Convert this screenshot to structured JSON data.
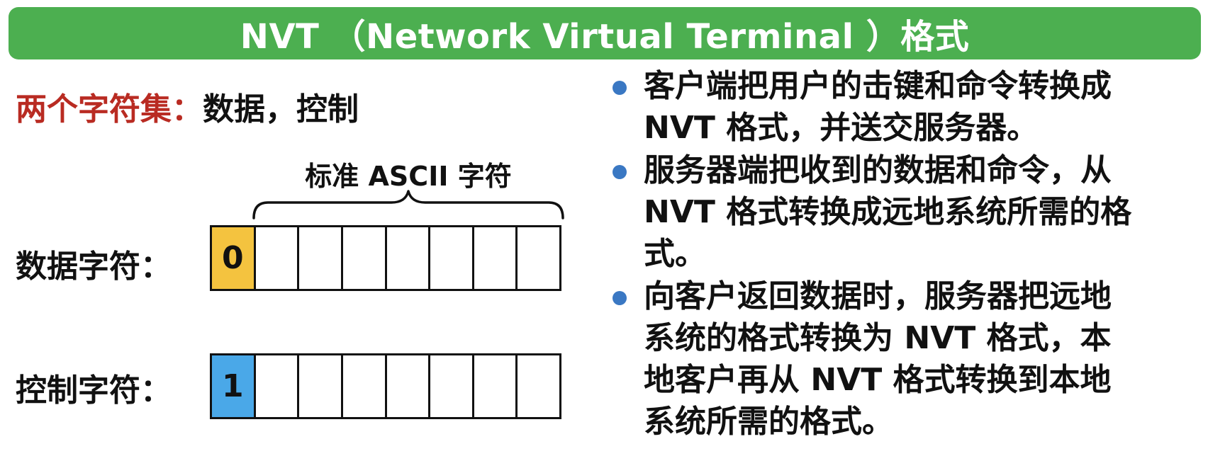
{
  "title": "NVT （Network Virtual Terminal ）格式",
  "charset": {
    "label": "两个字符集：",
    "value": "数据，控制"
  },
  "diagram": {
    "brace_label": "标准 ASCII 字符",
    "data_row": {
      "label": "数据字符：",
      "first_bit": "0",
      "color": "#f4c33f"
    },
    "control_row": {
      "label": "控制字符：",
      "first_bit": "1",
      "color": "#4aa8e8"
    }
  },
  "bullets": [
    {
      "lines": [
        "客户端把用户的击键和命令转换成",
        "NVT 格式，并送交服务器。"
      ]
    },
    {
      "lines": [
        "服务器端把收到的数据和命令，从",
        "NVT 格式转换成远地系统所需的格",
        "式。"
      ]
    },
    {
      "lines": [
        "向客户返回数据时，服务器把远地",
        "系统的格式转换为 NVT 格式，本",
        "地客户再从 NVT 格式转换到本地",
        "系统所需的格式。"
      ]
    }
  ],
  "colors": {
    "title_bar": "#4caf50",
    "charset_label": "#b92b22",
    "bullet": "#3a78c3"
  }
}
